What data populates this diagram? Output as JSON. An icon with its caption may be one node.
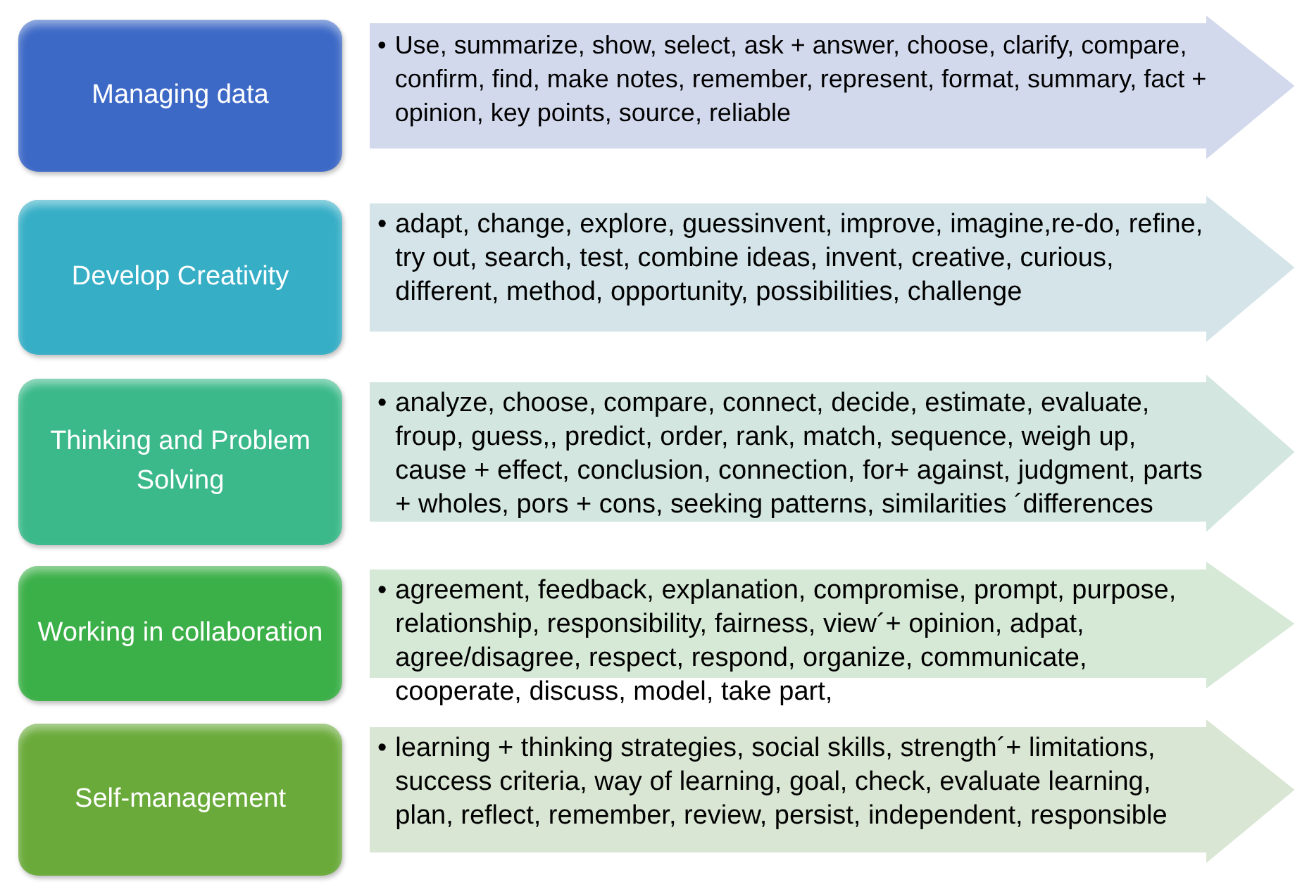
{
  "diagram": {
    "nodes": [
      {
        "text": [
          "Managing data"
        ]
      },
      {
        "text": [
          "•",
          "Use, summarize, show, select, ask + answer, choose, clarify, compare, confirm, find, make notes, remember, represent, format, summary, fact + opinion, key points, source, reliable"
        ]
      },
      {
        "text": [
          "Develop Creativity"
        ]
      },
      {
        "text": [
          "•",
          "adapt, change, explore, guessinvent, improve, imagine,re-do, refine, try out, search, test, combine ideas, invent, creative, curious, different, method, opportunity, possibilities, challenge"
        ]
      },
      {
        "text": [
          "Thinking and Problem Solving"
        ]
      },
      {
        "text": [
          "•",
          "analyze, choose, compare, connect, decide, estimate, evaluate, froup, guess,, predict, order, rank, match, sequence, weigh up, cause + effect, conclusion, connection, for+ against, judgment, parts + wholes, pors + cons, seeking patterns, similarities ´differences"
        ]
      },
      {
        "text": [
          "Working in collaboration"
        ]
      },
      {
        "text": [
          "•",
          "agreement, feedback, explanation, compromise, prompt, purpose, relationship, responsibility, fairness, view´+ opinion, adpat, agree/disagree, respect, respond, organize, communicate, cooperate, discuss, model, take part,"
        ]
      },
      {
        "text": [
          "Self-management"
        ]
      },
      {
        "text": [
          "•",
          "learning + thinking  strategies, social skills, strength´+ limitations, success criteria, way of learning, goal, check, evaluate learning, plan, reflect, remember, review, persist, independent, responsible"
        ]
      }
    ]
  }
}
